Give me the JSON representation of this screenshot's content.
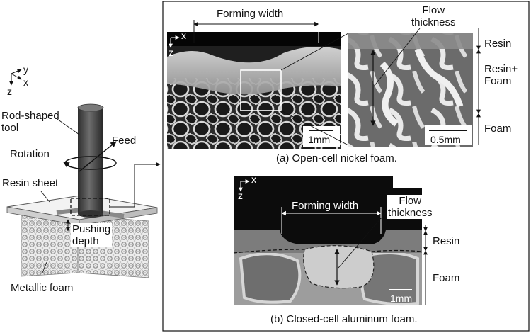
{
  "figure": {
    "schematic": {
      "axes": {
        "x": "x",
        "y": "y",
        "z": "z"
      },
      "labels": {
        "tool": "Rod-shaped\ntool",
        "rotation": "Rotation",
        "feed": "Feed",
        "resin_sheet": "Resin sheet",
        "pushing_depth": "Pushing\ndepth",
        "metallic_foam": "Metallic foam"
      }
    },
    "panel_a": {
      "caption": "(a) Open-cell nickel foam.",
      "axes": {
        "x": "x",
        "z": "z"
      },
      "forming_width": "Forming width",
      "flow_thickness": "Flow\nthickness",
      "scale_main": "1mm",
      "scale_zoom": "0.5mm",
      "regions": [
        "Resin",
        "Resin+\nFoam",
        "Foam"
      ]
    },
    "panel_b": {
      "caption": "(b) Closed-cell aluminum foam.",
      "axes": {
        "x": "x",
        "z": "z"
      },
      "forming_width": "Forming width",
      "flow_thickness": "Flow\nthickness",
      "scale_main": "1mm",
      "regions": [
        "Resin",
        "Foam"
      ]
    }
  }
}
